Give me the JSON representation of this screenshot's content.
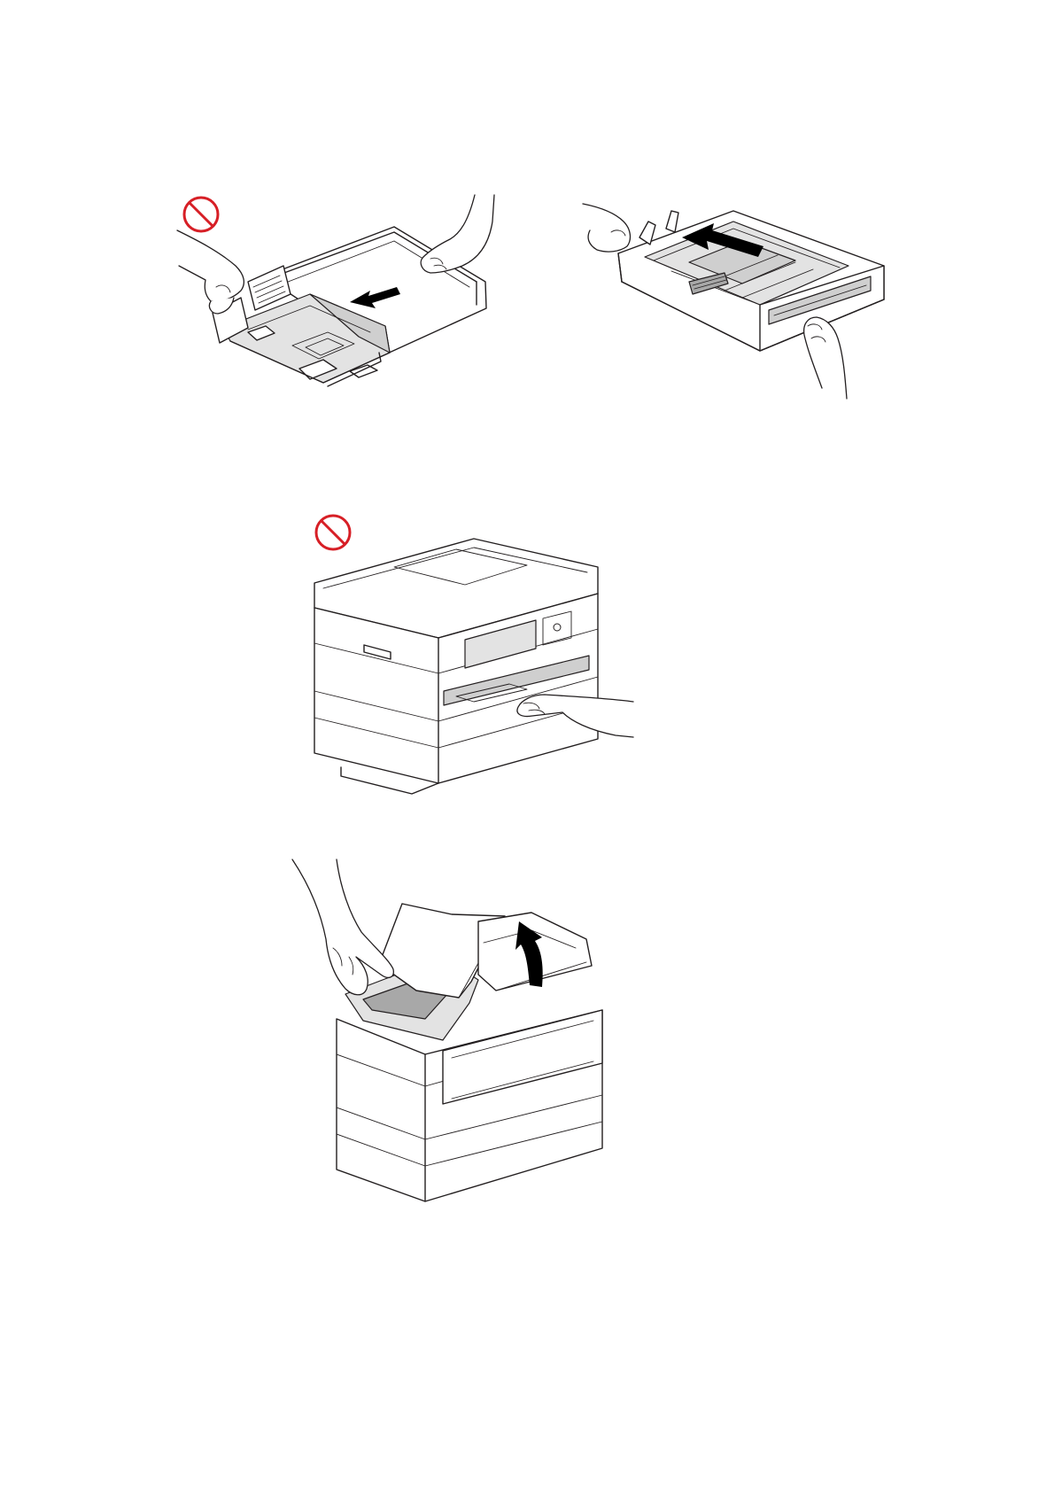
{
  "figures": [
    {
      "name": "tray-extension-wrong",
      "prohibited": true
    },
    {
      "name": "tray-extension-correct",
      "prohibited": false
    },
    {
      "name": "printer-front-push",
      "prohibited": true
    },
    {
      "name": "printer-scanner-cover-lift",
      "prohibited": false
    }
  ],
  "icons": {
    "prohibition": "prohibition-icon",
    "arrow": "arrow-icon",
    "hand": "hand-icon"
  },
  "colors": {
    "prohibition": "#d71f26",
    "line": "#231f20",
    "shade": "#cfcfcf",
    "arrow": "#000000"
  }
}
